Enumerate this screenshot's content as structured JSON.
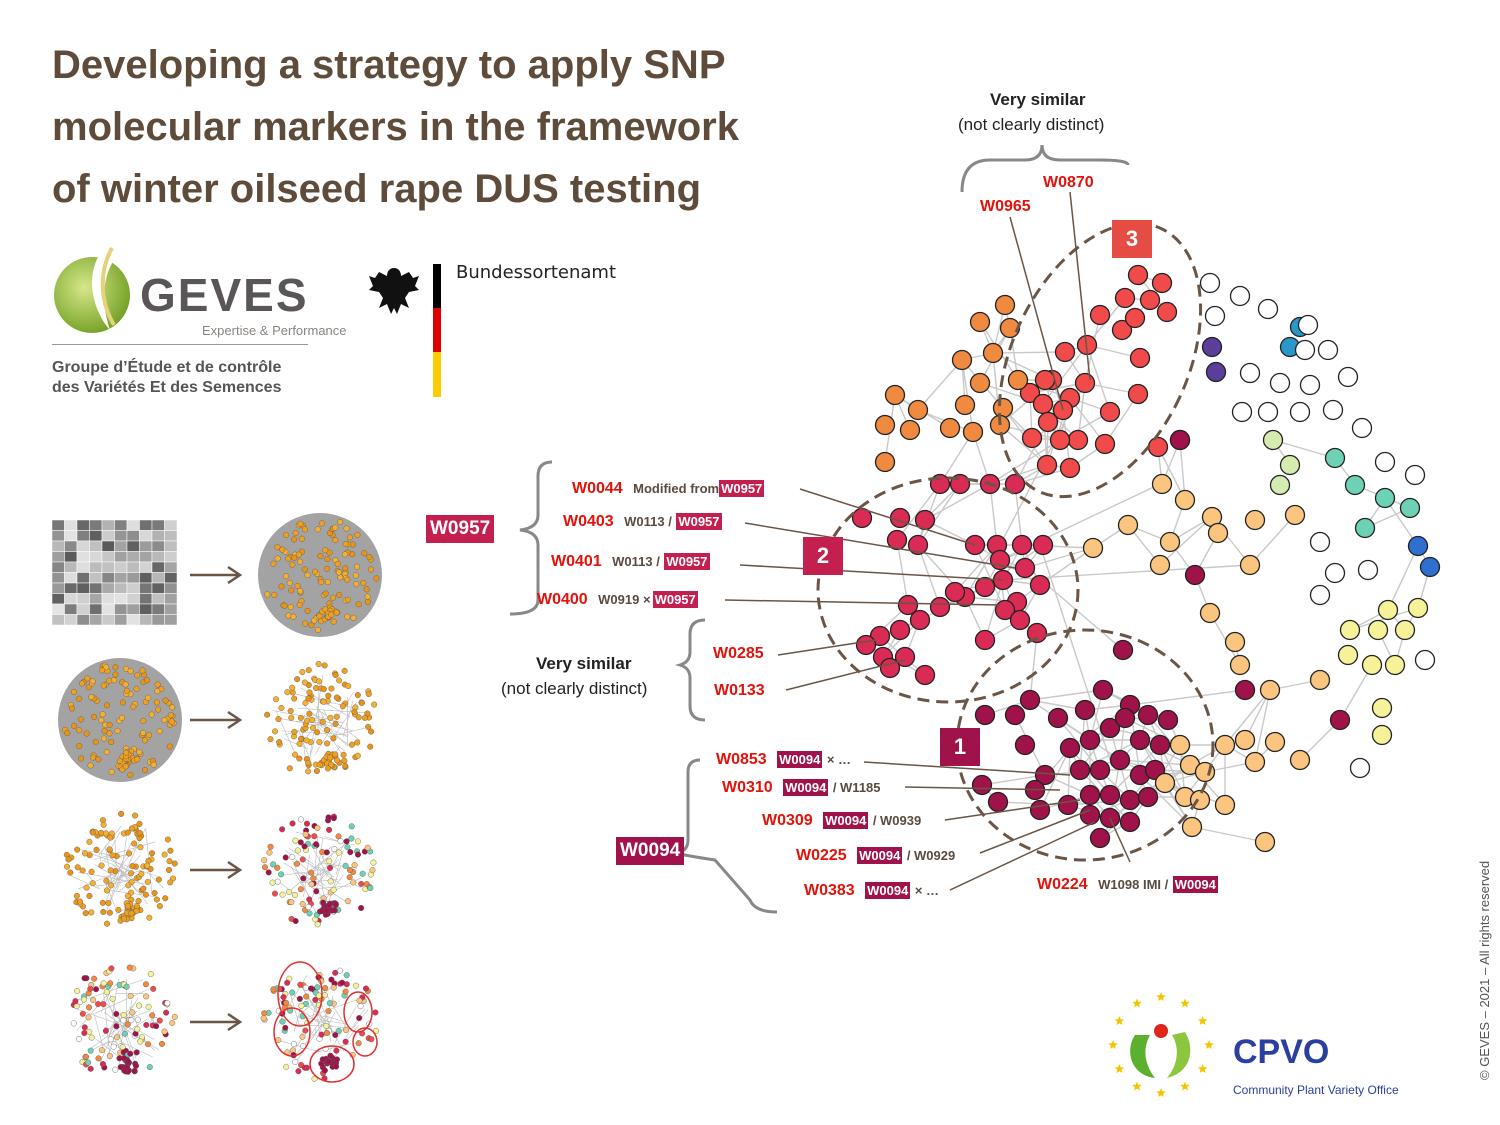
{
  "title": {
    "line1": "Developing a strategy to apply SNP",
    "line2": "molecular markers in the framework",
    "line3": "of winter oilseed rape DUS testing"
  },
  "logos": {
    "geves": {
      "name": "GEVES",
      "tagline": "Expertise & Performance",
      "sub1": "Groupe d’Étude et de contrôle",
      "sub2": "des Variétés Et des Semences"
    },
    "bsa": {
      "name": "Bundessortenamt"
    },
    "cpvo": {
      "name": "CPVO",
      "full": "Community Plant Variety Office"
    }
  },
  "copyright": "© GEVES – 2021 – All rights reserved",
  "top_annotation": {
    "bold": "Very similar",
    "normal": "(not clearly distinct)",
    "items": [
      "W0870",
      "W0965"
    ]
  },
  "cluster_labels": [
    "1",
    "2",
    "3"
  ],
  "group_w0957": {
    "badge": "W0957",
    "items": [
      {
        "id": "W0044",
        "pre": "Modified from",
        "ref": "W0957",
        "post": ""
      },
      {
        "id": "W0403",
        "pre": "W0113 /",
        "ref": "W0957",
        "post": ""
      },
      {
        "id": "W0401",
        "pre": "W0113 /",
        "ref": "W0957",
        "post": ""
      },
      {
        "id": "W0400",
        "pre": "W0919 ×",
        "ref": "W0957",
        "post": ""
      }
    ]
  },
  "similar_mid": {
    "bold": "Very similar",
    "normal": "(not clearly distinct)",
    "items": [
      "W0285",
      "W0133"
    ]
  },
  "group_w0094": {
    "badge": "W0094",
    "items": [
      {
        "id": "W0853",
        "ref": "W0094",
        "post": "× …"
      },
      {
        "id": "W0310",
        "ref": "W0094",
        "post": "/ W1185"
      },
      {
        "id": "W0309",
        "ref": "W0094",
        "post": "/ W0939"
      },
      {
        "id": "W0225",
        "ref": "W0094",
        "post": "/ W0929"
      },
      {
        "id": "W0383",
        "ref": "W0094",
        "post": "× …"
      }
    ]
  },
  "w0224": {
    "id": "W0224",
    "pre": "W1098 IMI /",
    "ref": "W0094"
  },
  "colors": {
    "title": "#5f4b3a",
    "label_red": "#e3120b",
    "badge_crimson": "#a3174a",
    "badge_pink": "#c4204f",
    "cluster1": "#a0134a",
    "cluster2": "#d92b53",
    "cluster3": "#f04a4a",
    "orange": "#f08a40",
    "light_orange": "#fbc580",
    "pale_yellow": "#fdf4b0",
    "yellow": "#f5f29a",
    "light_green": "#d4ecb0",
    "teal": "#6dd2b5",
    "blue": "#2f6fd0",
    "cyan": "#2a97c8",
    "purple": "#5a3e9a",
    "edge": "#c9c9c9",
    "brown_line": "#6b5545"
  }
}
